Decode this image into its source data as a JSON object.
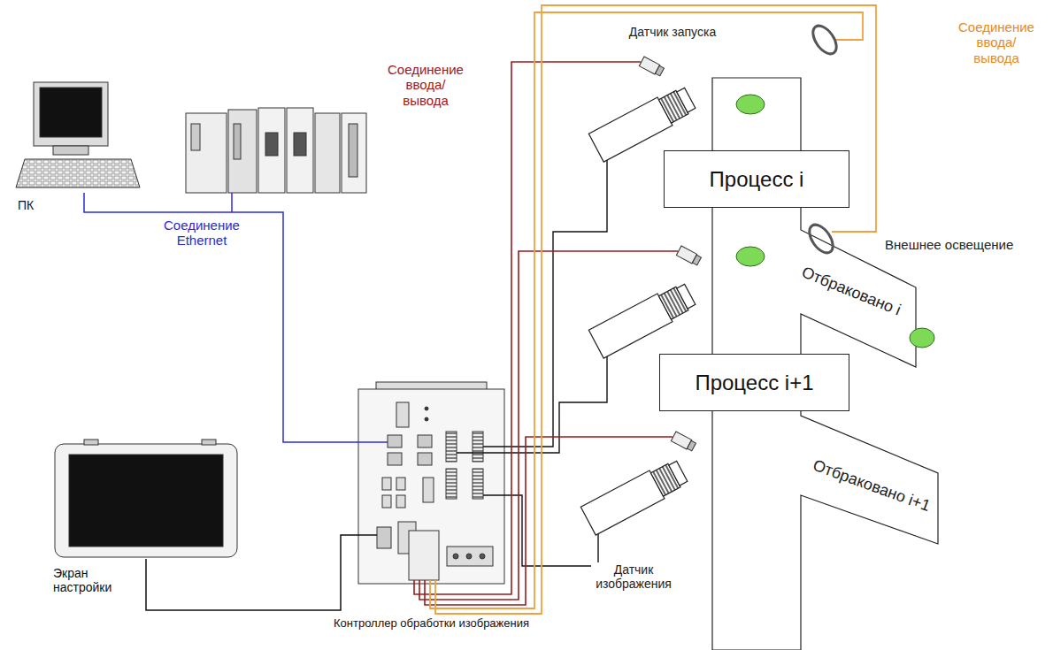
{
  "diagram": {
    "nodes": [
      {
        "text": [
          "ПК"
        ]
      },
      {
        "text": [
          "Экран настройки"
        ]
      },
      {
        "text": [
          "Контроллер обработки изображения"
        ]
      },
      {
        "text": [
          "Процесс i"
        ]
      },
      {
        "text": [
          "Процесс i+1"
        ]
      }
    ],
    "edges": [
      {
        "from": 0,
        "to": 2,
        "arrow": "none",
        "label": "Соединение Ethernet"
      },
      {
        "from": 1,
        "to": 2,
        "arrow": "none"
      }
    ],
    "labels": [
      "Датчик запуска",
      "Соединение ввода/ вывода",
      "Соединение ввода/ вывода",
      "Внешнее освещение",
      "Отбраковано i",
      "Отбраковано i+1",
      "Датчик изображения"
    ]
  }
}
